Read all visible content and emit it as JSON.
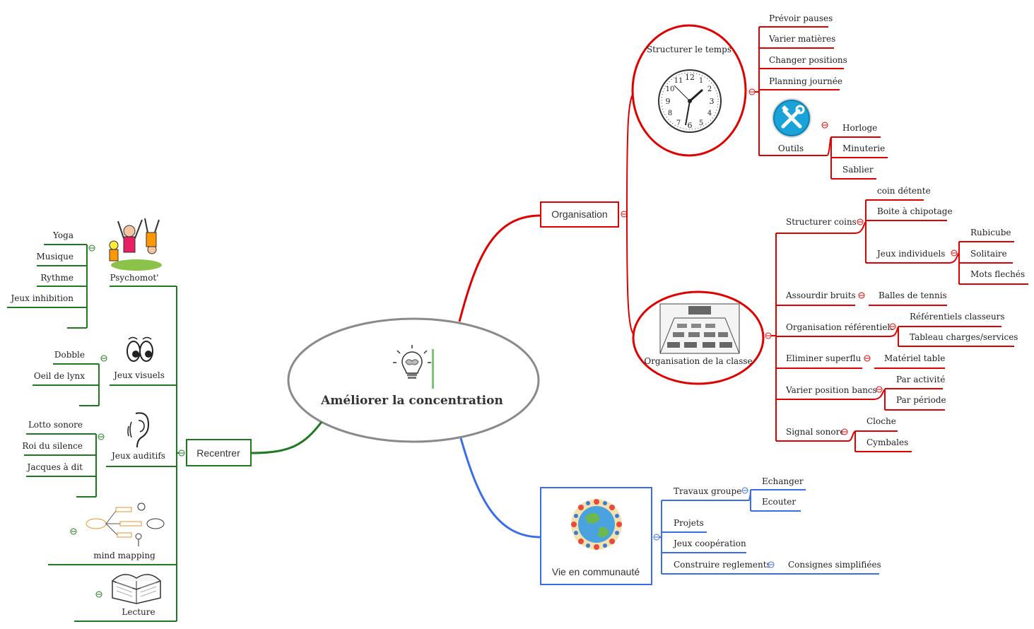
{
  "colors": {
    "red": "#e00000",
    "blue": "#3a6ee8",
    "green": "#1f7a1f",
    "center_border": "#888888",
    "text": "#222222"
  },
  "center": {
    "title": "Améliorer la concentration",
    "icon": "lightbulb-brain-icon"
  },
  "organisation": {
    "label": "Organisation",
    "temps": {
      "label": "Structurer le temps",
      "icon": "clock-icon",
      "items": [
        "Prévoir pauses",
        "Varier matières",
        "Changer positions",
        "Planning journée"
      ],
      "outils": {
        "label": "Outils",
        "icon": "tools-icon",
        "items": [
          "Horloge",
          "Minuterie",
          "Sablier"
        ]
      }
    },
    "classe": {
      "label": "Organisation de la classe",
      "icon": "classroom-icon",
      "structurer_coins": {
        "label": "Structurer coins",
        "items": [
          "coin détente",
          "Boite à chipotage"
        ],
        "jeux_individuels": {
          "label": "Jeux individuels",
          "items": [
            "Rubicube",
            "Solitaire",
            "Mots flechés"
          ]
        }
      },
      "assourdir": {
        "label": "Assourdir bruits",
        "child": "Balles de tennis"
      },
      "referentiels": {
        "label": "Organisation référentiels",
        "items": [
          "Référentiels classeurs",
          "Tableau charges/services"
        ]
      },
      "eliminer": {
        "label": "Eliminer superflu",
        "child": "Matériel table"
      },
      "varier_bancs": {
        "label": "Varier position bancs",
        "items": [
          "Par activité",
          "Par période"
        ]
      },
      "signal": {
        "label": "Signal sonore",
        "items": [
          "Cloche",
          "Cymbales"
        ]
      }
    }
  },
  "vie": {
    "label": "Vie en communauté",
    "icon": "globe-children-icon",
    "travaux": {
      "label": "Travaux groupe",
      "items": [
        "Echanger",
        "Ecouter"
      ]
    },
    "projets": "Projets",
    "cooperation": "Jeux coopération",
    "reglements": {
      "label": "Construire reglements",
      "child": "Consignes simplifiées"
    }
  },
  "recentrer": {
    "label": "Recentrer",
    "psychomot": {
      "label": "Psychomot'",
      "icon": "kids-playing-icon",
      "items": [
        "Yoga",
        "Musique",
        "Rythme",
        "Jeux inhibition"
      ]
    },
    "visuels": {
      "label": "Jeux visuels",
      "icon": "eyes-icon",
      "items": [
        "Dobble",
        "Oeil de lynx"
      ]
    },
    "auditifs": {
      "label": "Jeux auditifs",
      "icon": "ear-icon",
      "items": [
        "Lotto sonore",
        "Roi du silence",
        "Jacques à dit"
      ]
    },
    "mindmap": {
      "label": "mind mapping",
      "icon": "mindmap-sketch-icon"
    },
    "lecture": {
      "label": "Lecture",
      "icon": "open-book-icon"
    }
  }
}
